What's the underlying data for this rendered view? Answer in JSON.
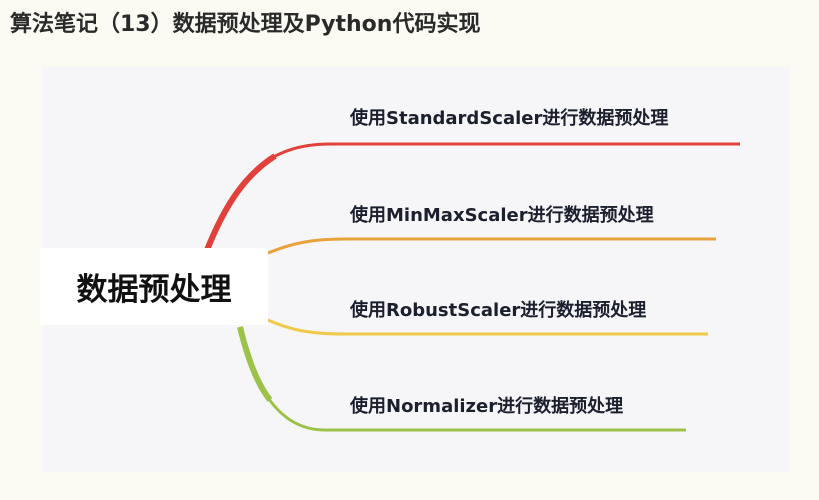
{
  "header": {
    "title": "算法笔记（13）数据预处理及Python代码实现"
  },
  "mindmap": {
    "root": {
      "label": "数据预处理"
    },
    "branches": [
      {
        "label": "使用StandardScaler进行数据预处理",
        "color": "#e0413a"
      },
      {
        "label": "使用MinMaxScaler进行数据预处理",
        "color": "#e8a23c"
      },
      {
        "label": "使用RobustScaler进行数据预处理",
        "color": "#f0c84a"
      },
      {
        "label": "使用Normalizer进行数据预处理",
        "color": "#9cc24a"
      }
    ]
  },
  "colors": {
    "background": "#fbfaf3",
    "panel": "#f6f6f9",
    "text": "#1b1f2e"
  }
}
